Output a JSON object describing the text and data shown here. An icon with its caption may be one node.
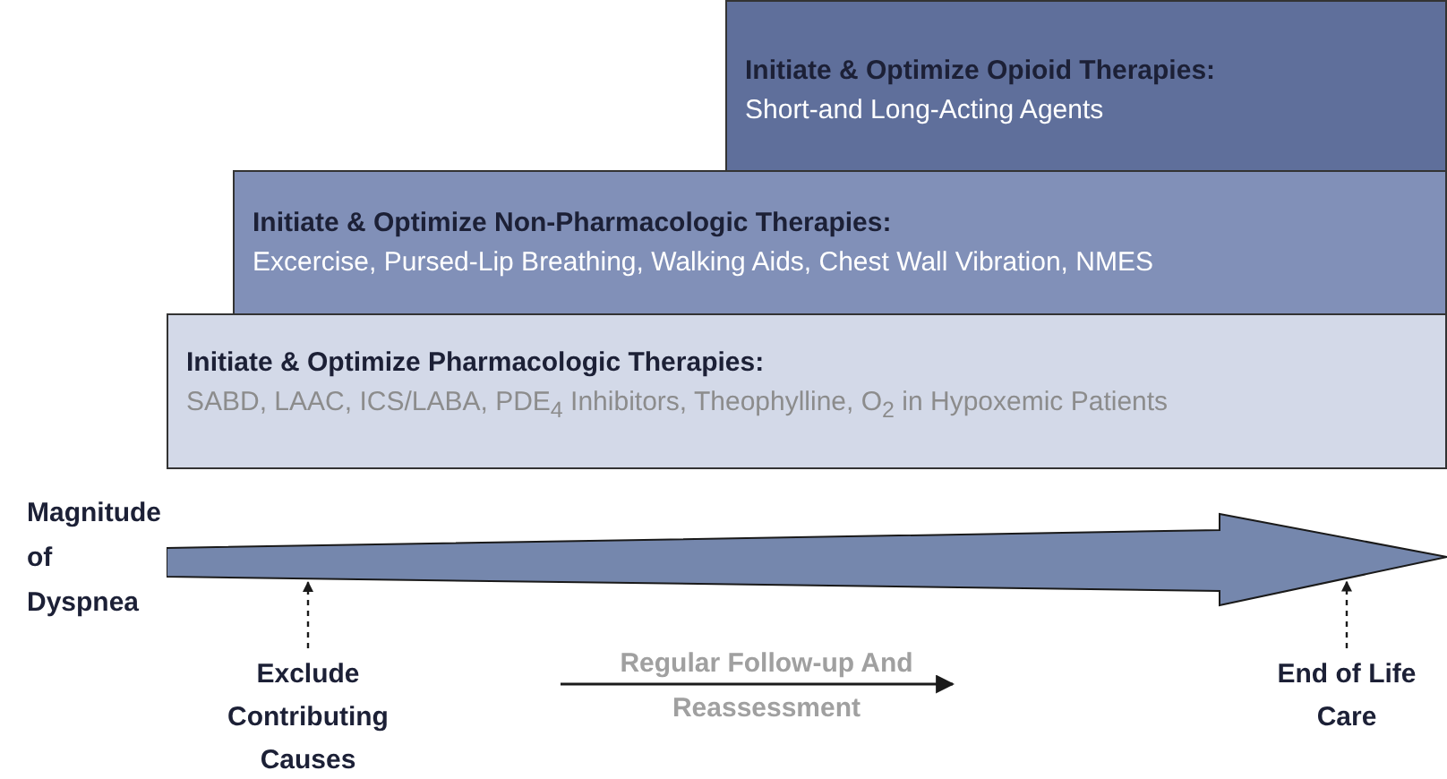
{
  "diagram": {
    "nodes": [
      {
        "text": [
          "Initiate & Optimize Opioid Therapies:",
          "Short-and Long-Acting Agents"
        ]
      },
      {
        "text": [
          "Initiate & Optimize Non-Pharmacologic Therapies:",
          "Excercise, Pursed-Lip Breathing, Walking Aids, Chest Wall Vibration, NMES"
        ]
      },
      {
        "text": [
          "Initiate & Optimize Pharmacologic Therapies:",
          "SABD, LAAC, ICS/LABA, PDE$_{4}$ Inhibitors, Theophylline, O$_{2}$ in Hypoxemic Patients"
        ]
      },
      {
        "text": [],
        "shape": "arrow",
        "beside": [
          "Magnitude of Dyspnea"
        ]
      },
      {
        "text": [
          "Exclude Contributing Causes"
        ]
      },
      {
        "text": [
          "End of Life Care"
        ]
      }
    ],
    "edges": [
      {
        "from": 4,
        "to": 3,
        "arrow": "to",
        "style": "dashed"
      },
      {
        "from": 5,
        "to": 3,
        "arrow": "to",
        "style": "dashed"
      }
    ],
    "labels": [
      "Regular Follow-up And Reassessment"
    ]
  }
}
